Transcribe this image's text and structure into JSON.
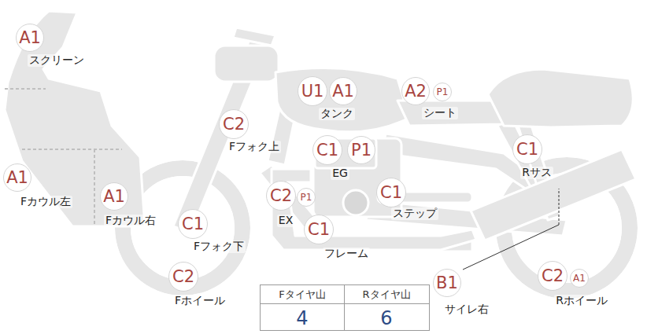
{
  "diagram": {
    "nodes": [
      {
        "text": [
          "A1"
        ]
      },
      {
        "text": [
          "U1"
        ]
      },
      {
        "text": [
          "A1"
        ]
      },
      {
        "text": [
          "A2"
        ]
      },
      {
        "text": [
          "P1"
        ]
      },
      {
        "text": [
          "C2"
        ]
      },
      {
        "text": [
          "C1"
        ]
      },
      {
        "text": [
          "C1"
        ]
      },
      {
        "text": [
          "P1"
        ]
      },
      {
        "text": [
          "A1"
        ]
      },
      {
        "text": [
          "A1"
        ]
      },
      {
        "text": [
          "C2"
        ]
      },
      {
        "text": [
          "P1"
        ]
      },
      {
        "text": [
          "C1"
        ]
      },
      {
        "text": [
          "C1"
        ]
      },
      {
        "text": [
          "C1"
        ]
      },
      {
        "text": [
          "B1"
        ]
      },
      {
        "text": [
          "C2"
        ]
      },
      {
        "text": [
          "C2"
        ]
      },
      {
        "text": [
          "A1"
        ]
      }
    ],
    "labels": [
      "スクリーン",
      "タンク",
      "シート",
      "Fフォク上",
      "EG",
      "Rサス",
      "Fカウル左",
      "Fカウル右",
      "EX",
      "ステップ",
      "Fフォク下",
      "フレーム",
      "Fホイール",
      "サイレ右",
      "Rホイール",
      "Fタイヤ山",
      "Rタイヤ山",
      "4",
      "6"
    ]
  }
}
